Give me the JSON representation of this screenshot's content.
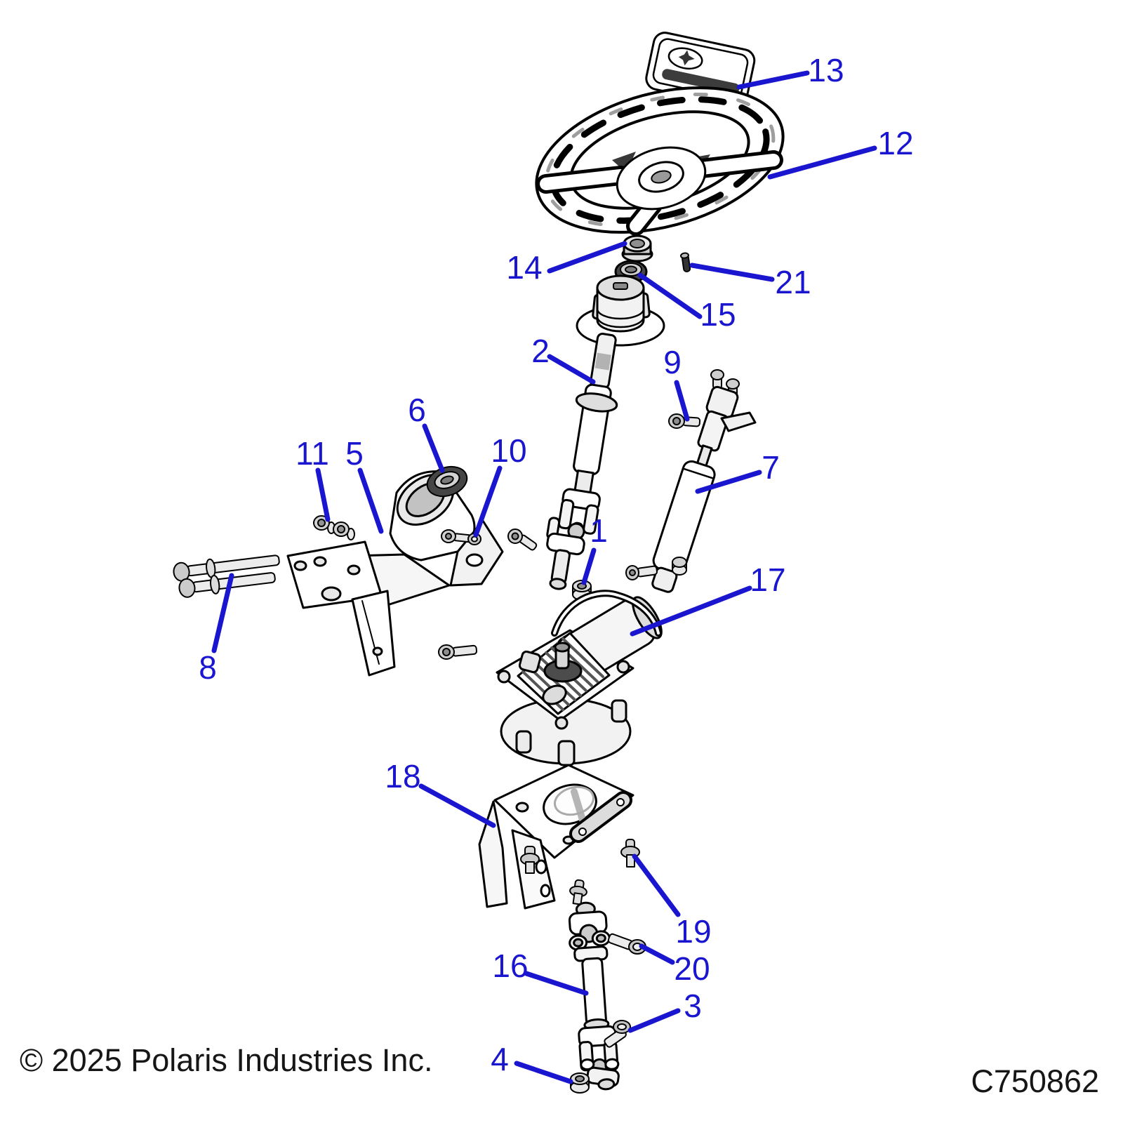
{
  "figure": {
    "copyright": "© 2025 Polaris Industries Inc.",
    "code": "C750862"
  },
  "style": {
    "callout_color": "#1a16cf",
    "leader_width": 7
  },
  "diagram": {
    "type": "exploded-parts-diagram",
    "subject": "steering assembly",
    "part_refs": [
      "1",
      "2",
      "3",
      "4",
      "5",
      "6",
      "7",
      "8",
      "9",
      "10",
      "11",
      "12",
      "13",
      "14",
      "15",
      "16",
      "17",
      "18",
      "19",
      "20",
      "21"
    ]
  },
  "callouts": [
    {
      "ref": "1",
      "label": [
        853,
        756
      ],
      "line": [
        846,
        784,
        832,
        830
      ]
    },
    {
      "ref": "2",
      "label": [
        770,
        500
      ],
      "line": [
        783,
        508,
        845,
        544
      ]
    },
    {
      "ref": "3",
      "label": [
        987,
        1433
      ],
      "line": [
        966,
        1440,
        898,
        1468
      ]
    },
    {
      "ref": "4",
      "label": [
        712,
        1509
      ],
      "line": [
        736,
        1515,
        813,
        1541
      ]
    },
    {
      "ref": "5",
      "label": [
        505,
        646
      ],
      "line": [
        513,
        670,
        543,
        757
      ]
    },
    {
      "ref": "6",
      "label": [
        594,
        584
      ],
      "line": [
        605,
        607,
        630,
        670
      ]
    },
    {
      "ref": "7",
      "label": [
        1098,
        666
      ],
      "line": [
        1082,
        673,
        994,
        700
      ]
    },
    {
      "ref": "8",
      "label": [
        296,
        951
      ],
      "line": [
        305,
        927,
        330,
        820
      ]
    },
    {
      "ref": "9",
      "label": [
        958,
        516
      ],
      "line": [
        964,
        545,
        979,
        597
      ]
    },
    {
      "ref": "10",
      "label": [
        725,
        642
      ],
      "line": [
        712,
        667,
        678,
        762
      ]
    },
    {
      "ref": "11",
      "label": [
        445,
        646
      ],
      "line": [
        453,
        670,
        467,
        740
      ]
    },
    {
      "ref": "12",
      "label": [
        1276,
        204
      ],
      "line": [
        1246,
        211,
        1097,
        252
      ]
    },
    {
      "ref": "13",
      "label": [
        1177,
        100
      ],
      "line": [
        1150,
        104,
        1053,
        124
      ]
    },
    {
      "ref": "14",
      "label": [
        747,
        381
      ],
      "line": [
        783,
        386,
        890,
        347
      ]
    },
    {
      "ref": "15",
      "label": [
        1023,
        448
      ],
      "line": [
        997,
        451,
        912,
        392
      ]
    },
    {
      "ref": "16",
      "label": [
        727,
        1376
      ],
      "line": [
        750,
        1387,
        835,
        1415
      ]
    },
    {
      "ref": "17",
      "label": [
        1094,
        826
      ],
      "line": [
        1068,
        838,
        901,
        903
      ]
    },
    {
      "ref": "18",
      "label": [
        574,
        1106
      ],
      "line": [
        600,
        1120,
        703,
        1176
      ]
    },
    {
      "ref": "19",
      "label": [
        988,
        1327
      ],
      "line": [
        966,
        1303,
        904,
        1220
      ]
    },
    {
      "ref": "20",
      "label": [
        986,
        1380
      ],
      "line": [
        958,
        1371,
        914,
        1348
      ]
    },
    {
      "ref": "21",
      "label": [
        1130,
        402
      ],
      "line": [
        1100,
        398,
        986,
        378
      ]
    }
  ]
}
